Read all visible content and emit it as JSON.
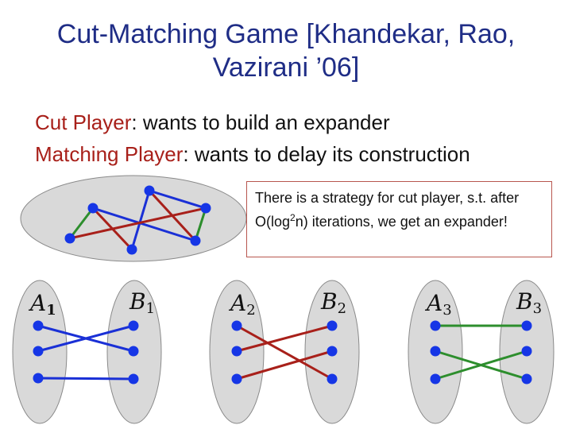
{
  "title": {
    "line1": "Cut-Matching Game [Khandekar, Rao,",
    "line2": "Vazirani ’06]"
  },
  "bullets": {
    "cut_player": {
      "term": "Cut Player",
      "text": ": wants to build an expander"
    },
    "matching_player": {
      "term": "Matching Player",
      "text": ": wants to delay its construction"
    }
  },
  "note": {
    "text_before": "There is a strategy for cut player, s.t. after O(log",
    "superscript": "2",
    "text_after": "n) iterations, we get an expander!"
  },
  "colors": {
    "title": "#1f2d86",
    "highlight": "#a8201a",
    "node": "#1636e6",
    "blue_edge": "#1a30d6",
    "red_edge": "#a8201a",
    "green_edge": "#2d8e2d",
    "ellipse_fill": "#d9d9d9"
  },
  "panels": [
    {
      "left_label": "A",
      "left_sub": "1",
      "right_label": "B",
      "right_sub": "1",
      "edge_color": "blue"
    },
    {
      "left_label": "A",
      "left_sub": "2",
      "right_label": "B",
      "right_sub": "2",
      "edge_color": "red"
    },
    {
      "left_label": "A",
      "left_sub": "3",
      "right_label": "B",
      "right_sub": "3",
      "edge_color": "green"
    }
  ]
}
